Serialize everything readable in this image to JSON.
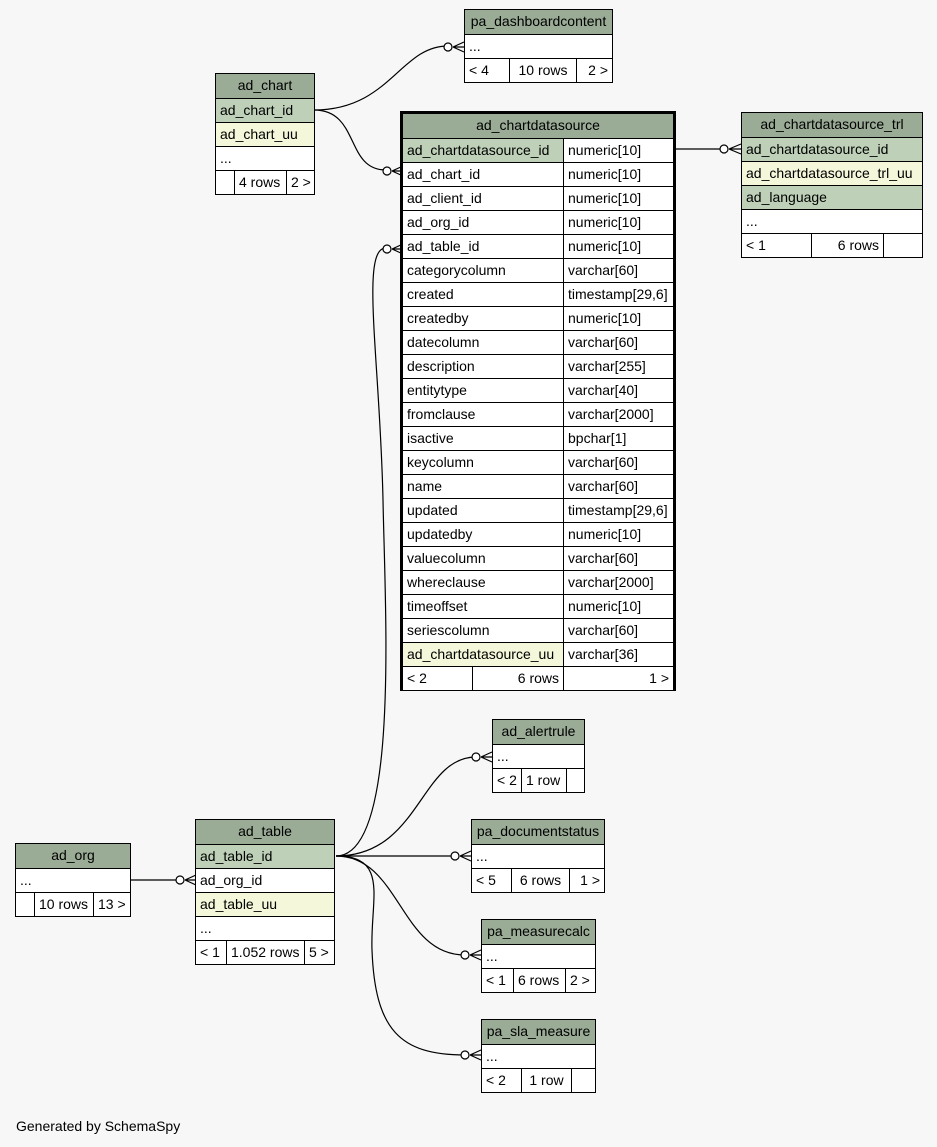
{
  "footer": "Generated by SchemaSpy",
  "tables": {
    "pa_dashboardcontent": {
      "name": "pa_dashboardcontent",
      "ellipsis": "...",
      "prev": "< 4",
      "rows": "10 rows",
      "next": "2 >"
    },
    "ad_chart": {
      "name": "ad_chart",
      "columns": [
        "ad_chart_id",
        "ad_chart_uu"
      ],
      "ellipsis": "...",
      "prev": "",
      "rows": "4 rows",
      "next": "2 >"
    },
    "ad_chartdatasource": {
      "name": "ad_chartdatasource",
      "columns": [
        {
          "name": "ad_chartdatasource_id",
          "type": "numeric[10]"
        },
        {
          "name": "ad_chart_id",
          "type": "numeric[10]"
        },
        {
          "name": "ad_client_id",
          "type": "numeric[10]"
        },
        {
          "name": "ad_org_id",
          "type": "numeric[10]"
        },
        {
          "name": "ad_table_id",
          "type": "numeric[10]"
        },
        {
          "name": "categorycolumn",
          "type": "varchar[60]"
        },
        {
          "name": "created",
          "type": "timestamp[29,6]"
        },
        {
          "name": "createdby",
          "type": "numeric[10]"
        },
        {
          "name": "datecolumn",
          "type": "varchar[60]"
        },
        {
          "name": "description",
          "type": "varchar[255]"
        },
        {
          "name": "entitytype",
          "type": "varchar[40]"
        },
        {
          "name": "fromclause",
          "type": "varchar[2000]"
        },
        {
          "name": "isactive",
          "type": "bpchar[1]"
        },
        {
          "name": "keycolumn",
          "type": "varchar[60]"
        },
        {
          "name": "name",
          "type": "varchar[60]"
        },
        {
          "name": "updated",
          "type": "timestamp[29,6]"
        },
        {
          "name": "updatedby",
          "type": "numeric[10]"
        },
        {
          "name": "valuecolumn",
          "type": "varchar[60]"
        },
        {
          "name": "whereclause",
          "type": "varchar[2000]"
        },
        {
          "name": "timeoffset",
          "type": "numeric[10]"
        },
        {
          "name": "seriescolumn",
          "type": "varchar[60]"
        },
        {
          "name": "ad_chartdatasource_uu",
          "type": "varchar[36]"
        }
      ],
      "prev": "< 2",
      "rows": "6 rows",
      "next": "1 >"
    },
    "ad_chartdatasource_trl": {
      "name": "ad_chartdatasource_trl",
      "columns": [
        "ad_chartdatasource_id",
        "ad_chartdatasource_trl_uu",
        "ad_language"
      ],
      "ellipsis": "...",
      "prev": "< 1",
      "rows": "6 rows",
      "next": ""
    },
    "ad_alertrule": {
      "name": "ad_alertrule",
      "ellipsis": "...",
      "prev": "< 2",
      "rows": "1 row",
      "next": ""
    },
    "pa_documentstatus": {
      "name": "pa_documentstatus",
      "ellipsis": "...",
      "prev": "< 5",
      "rows": "6 rows",
      "next": "1 >"
    },
    "pa_measurecalc": {
      "name": "pa_measurecalc",
      "ellipsis": "...",
      "prev": "< 1",
      "rows": "6 rows",
      "next": "2 >"
    },
    "pa_sla_measure": {
      "name": "pa_sla_measure",
      "ellipsis": "...",
      "prev": "< 2",
      "rows": "1 row",
      "next": ""
    },
    "ad_org": {
      "name": "ad_org",
      "ellipsis": "...",
      "prev": "",
      "rows": "10 rows",
      "next": "13 >"
    },
    "ad_table": {
      "name": "ad_table",
      "columns": [
        "ad_table_id",
        "ad_org_id",
        "ad_table_uu"
      ],
      "ellipsis": "...",
      "prev": "< 1",
      "rows": "1.052 rows",
      "next": "5 >"
    }
  }
}
